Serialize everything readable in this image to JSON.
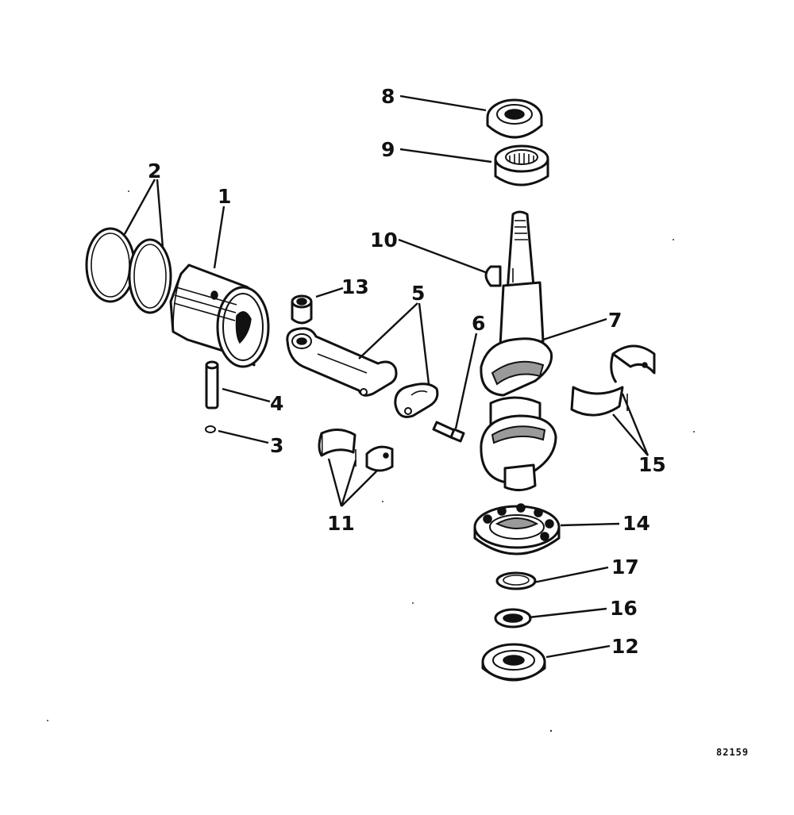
{
  "diagram": {
    "figure_id": "82159",
    "callouts": [
      "1",
      "2",
      "3",
      "4",
      "5",
      "6",
      "7",
      "8",
      "9",
      "10",
      "11",
      "12",
      "13",
      "14",
      "15",
      "16",
      "17"
    ]
  }
}
